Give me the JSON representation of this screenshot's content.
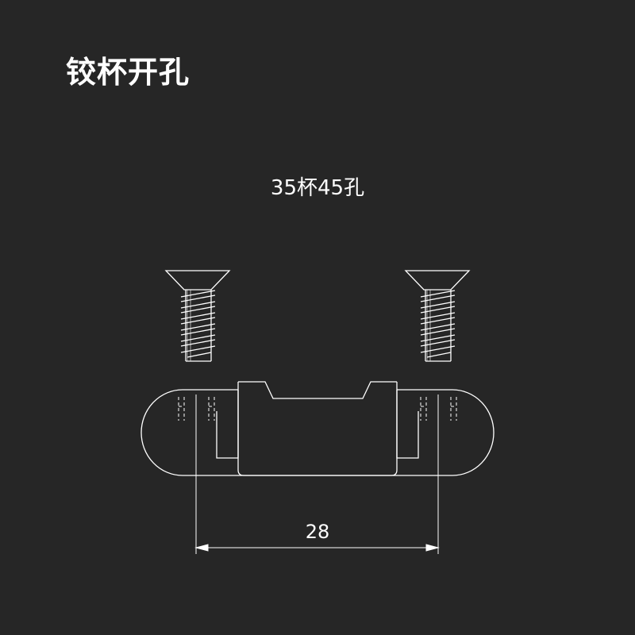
{
  "title": "铰杯开孔",
  "subtitle": "35杯45孔",
  "dimension": {
    "label": "28"
  },
  "colors": {
    "background": "#262626",
    "line": "#ffffff"
  }
}
